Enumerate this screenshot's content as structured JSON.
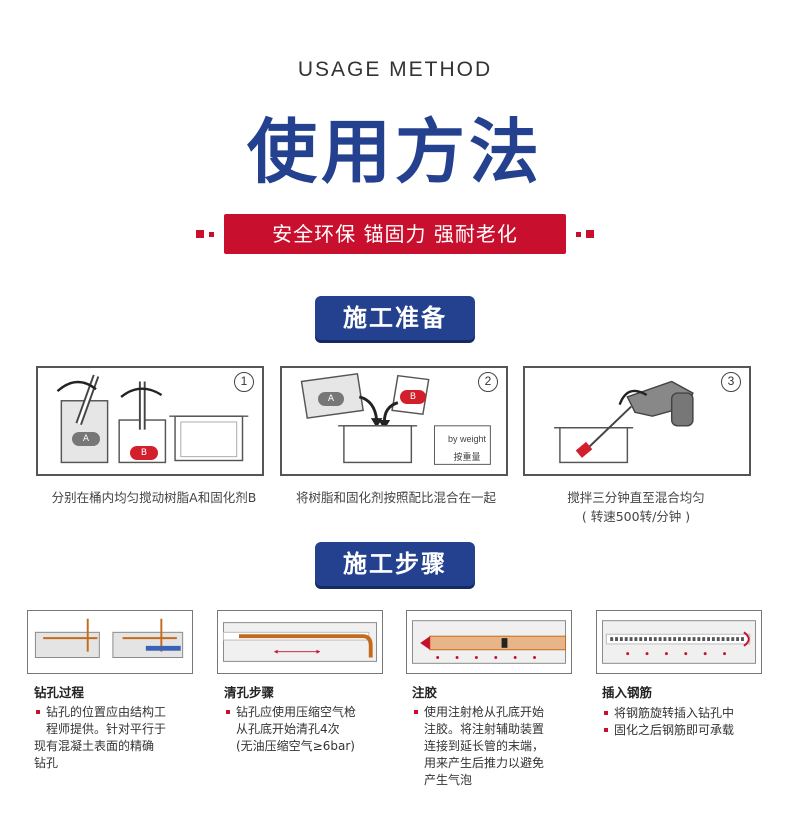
{
  "header": {
    "en_title": "USAGE METHOD",
    "cn_title": "使用方法",
    "slogan": "安全环保 锚固力 强耐老化"
  },
  "colors": {
    "brand_blue": "#23418f",
    "accent_red": "#c8102e"
  },
  "sections": {
    "prep": "施工准备",
    "steps": "施工步骤"
  },
  "prep_panels": [
    {
      "num": "1",
      "label_a": "A",
      "label_b": "B",
      "caption": "分别在桶内均匀搅动树脂A和固化剂B"
    },
    {
      "num": "2",
      "label_a": "A",
      "label_b": "B",
      "weight_en": "by weight",
      "weight_cn": "按重量",
      "caption": "将树脂和固化剂按照配比混合在一起"
    },
    {
      "num": "3",
      "caption_line1": "搅拌三分钟直至混合均匀",
      "caption_line2": "( 转速500转/分钟 )"
    }
  ],
  "steps": [
    {
      "title": "钻孔过程",
      "lines": [
        "钻孔的位置应由结构工",
        "程师提供。针对平行于",
        "现有混凝土表面的精确",
        "钻孔"
      ]
    },
    {
      "title": "清孔步骤",
      "lines": [
        "钻孔应使用压缩空气枪",
        "从孔底开始清孔4次",
        "(无油压缩空气≥6bar)"
      ]
    },
    {
      "title": "注胶",
      "lines": [
        "使用注射枪从孔底开始",
        "注胶。将注射辅助装置",
        "连接到延长管的末端，",
        "用来产生后推力以避免",
        "产生气泡"
      ]
    },
    {
      "title": "插入钢筋",
      "lines": [
        "将钢筋旋转插入钻孔中",
        "固化之后钢筋即可承载"
      ]
    }
  ]
}
